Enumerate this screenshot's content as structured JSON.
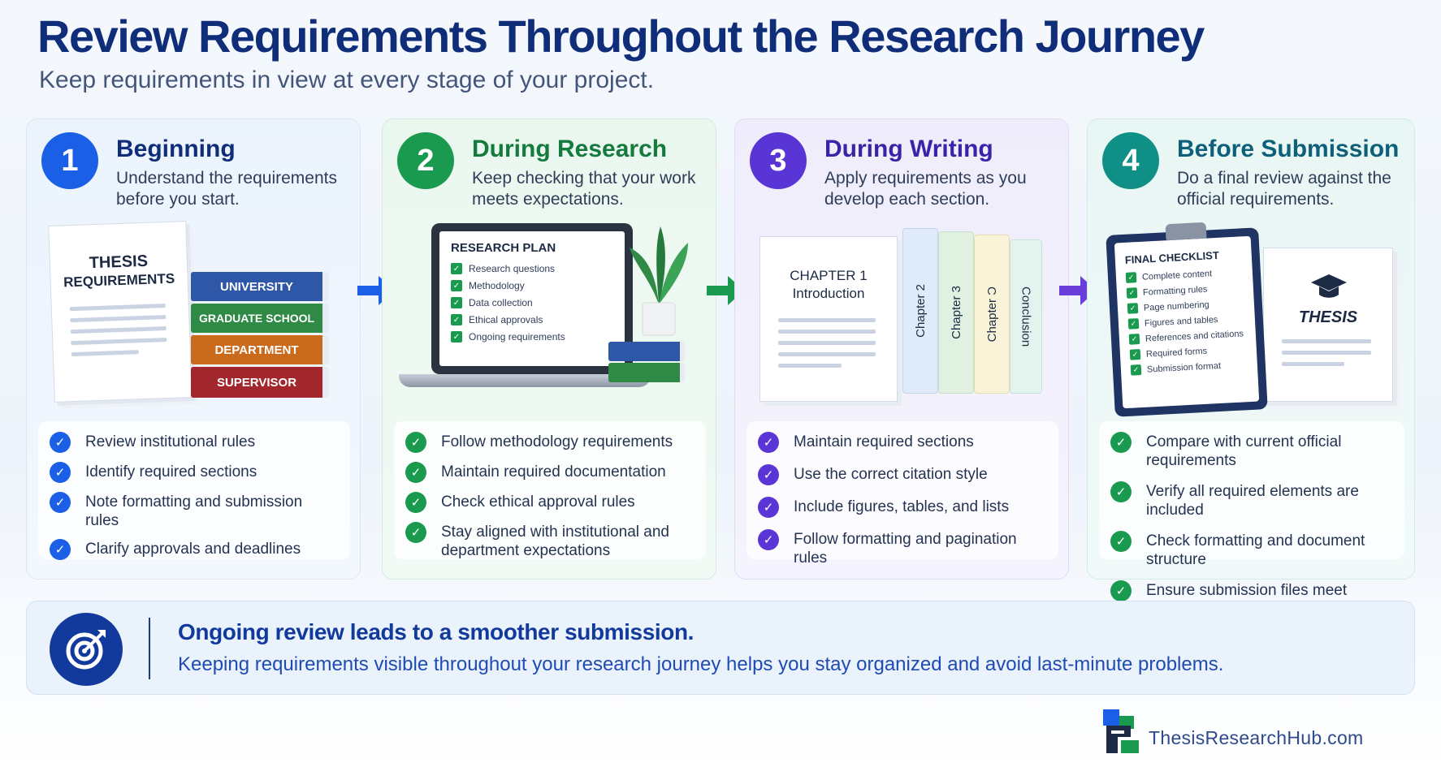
{
  "title": "Review Requirements Throughout the Research Journey",
  "subtitle": "Keep requirements in view at every stage of your project.",
  "colors": {
    "blue": "#1a5fe6",
    "green": "#1a9a4e",
    "purple": "#5a35d6",
    "teal": "#0f8f86",
    "navy": "#123a9c"
  },
  "stages": [
    {
      "number": "1",
      "title": "Beginning",
      "description": "Understand the requirements before you start.",
      "illustration": {
        "doc_title_1": "THESIS",
        "doc_title_2": "REQUIREMENTS",
        "books": [
          "UNIVERSITY",
          "GRADUATE SCHOOL",
          "DEPARTMENT",
          "SUPERVISOR"
        ]
      },
      "items": [
        "Review institutional rules",
        "Identify required sections",
        "Note formatting and submission rules",
        "Clarify approvals and deadlines"
      ]
    },
    {
      "number": "2",
      "title": "During Research",
      "description": "Keep checking that your work meets expectations.",
      "illustration": {
        "screen_title": "RESEARCH PLAN",
        "screen_items": [
          "Research questions",
          "Methodology",
          "Data collection",
          "Ethical approvals",
          "Ongoing requirements"
        ]
      },
      "items": [
        "Follow methodology requirements",
        "Maintain required documentation",
        "Check ethical approval rules",
        "Stay aligned with institutional and department expectations"
      ]
    },
    {
      "number": "3",
      "title": "During Writing",
      "description": "Apply requirements as you develop each section.",
      "illustration": {
        "chapter_title": "CHAPTER 1",
        "chapter_subtitle": "Introduction",
        "tabs": [
          "Chapter 2",
          "Chapter 3",
          "Chapter Ɔ",
          "Conclusion"
        ]
      },
      "items": [
        "Maintain required sections",
        "Use the correct citation style",
        "Include figures, tables, and lists",
        "Follow formatting and pagination rules"
      ]
    },
    {
      "number": "4",
      "title": "Before Submission",
      "description": "Do a final review against the official requirements.",
      "illustration": {
        "checklist_title": "FINAL CHECKLIST",
        "checklist_items": [
          "Complete content",
          "Formatting rules",
          "Page numbering",
          "Figures and tables",
          "References and citations",
          "Required forms",
          "Submission format"
        ],
        "doc_label": "THESIS"
      },
      "items": [
        "Compare with current official requirements",
        "Verify all required elements are included",
        "Check formatting and document structure",
        "Ensure submission files meet guidelines"
      ]
    }
  ],
  "banner": {
    "headline": "Ongoing review leads to a smoother submission.",
    "body": "Keeping requirements visible throughout your research journey helps you stay organized and avoid last-minute problems."
  },
  "brand": {
    "name": "ThesisResearchHub.com"
  }
}
